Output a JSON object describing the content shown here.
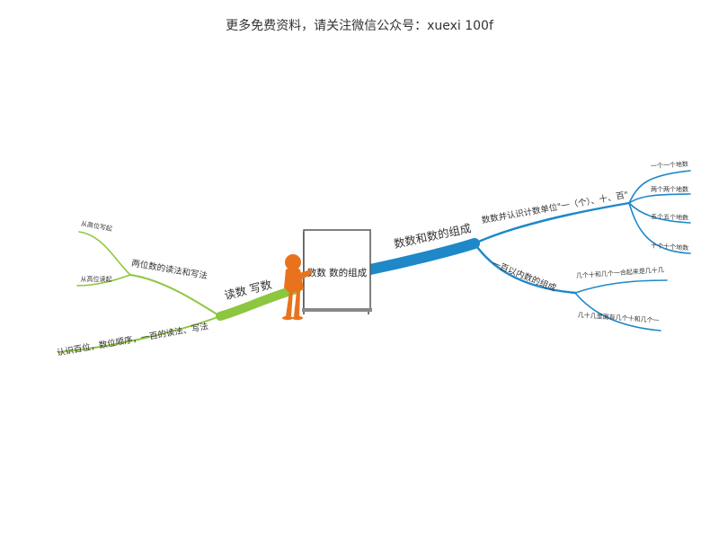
{
  "header": {
    "text": "更多免费资料，请关注微信公众号：xuexi 100f"
  },
  "mindmap": {
    "center": {
      "label": "数数  数的组成"
    },
    "left": {
      "branch_label": "读数  写数",
      "sub1": {
        "label": "两位数的读法和写法",
        "leaves": [
          "从高位写起",
          "从高位读起"
        ]
      },
      "sub2": {
        "label": "认识百位，数位顺序，一百的读法、写法"
      }
    },
    "right": {
      "branch_label": "数数和数的组成",
      "sub1": {
        "label": "数数并认识计数单位\"一（个）、十、百\"",
        "leaves": [
          "一个一个地数",
          "两个两个地数",
          "五个五个地数",
          "十个十个地数"
        ]
      },
      "sub2": {
        "label": "一百以内数的组成",
        "leaves": [
          "几个十和几个一合起来是几十几",
          "几十几里面有几个十和几个一"
        ]
      }
    },
    "colors": {
      "left": "#8dc63f",
      "right": "#1e88c8",
      "figure": "#e8731c"
    }
  }
}
